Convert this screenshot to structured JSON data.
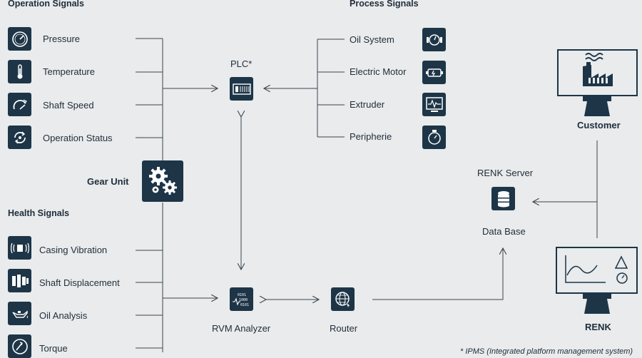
{
  "operation_signals": {
    "heading": "Operation Signals",
    "items": [
      {
        "label": "Pressure",
        "icon": "gauge-icon"
      },
      {
        "label": "Temperature",
        "icon": "thermometer-icon"
      },
      {
        "label": "Shaft Speed",
        "icon": "speedometer-icon"
      },
      {
        "label": "Operation Status",
        "icon": "refresh-status-icon"
      }
    ]
  },
  "process_signals": {
    "heading": "Process Signals",
    "items": [
      {
        "label": "Oil System",
        "icon": "oil-system-icon"
      },
      {
        "label": "Electric Motor",
        "icon": "electric-motor-icon"
      },
      {
        "label": "Extruder",
        "icon": "extruder-monitor-icon"
      },
      {
        "label": "Peripherie",
        "icon": "peripherie-icon"
      }
    ]
  },
  "health_signals": {
    "heading": "Health Signals",
    "items": [
      {
        "label": "Casing Vibration",
        "icon": "vibration-icon"
      },
      {
        "label": "Shaft Displacement",
        "icon": "displacement-icon"
      },
      {
        "label": "Oil Analysis",
        "icon": "oil-can-icon"
      },
      {
        "label": "Torque",
        "icon": "torque-icon"
      }
    ]
  },
  "nodes": {
    "plc": "PLC*",
    "gear_unit": "Gear Unit",
    "rvm_analyzer": "RVM Analyzer",
    "router": "Router",
    "renk_server": "RENK Server",
    "data_base": "Data Base",
    "customer": "Customer",
    "renk": "RENK"
  },
  "footnote": "* IPMS (Integrated platform management system)",
  "colors": {
    "background": "#e9ebec",
    "icon_fill": "#1d3547",
    "line": "#3b4650"
  }
}
